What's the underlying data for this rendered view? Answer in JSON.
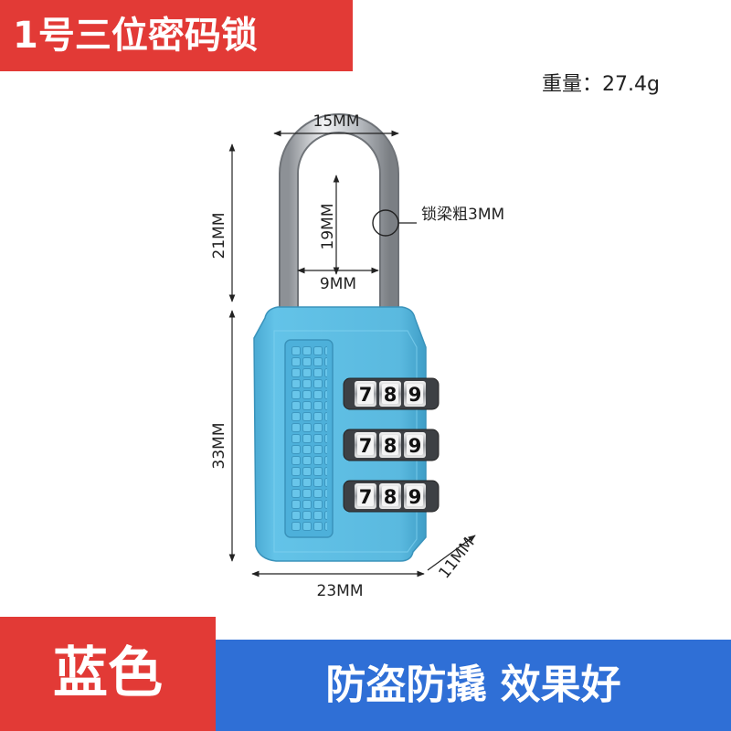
{
  "title": "1号三位密码锁",
  "weight": "重量：27.4g",
  "dimensions": {
    "shackle_width": "15MM",
    "shackle_inner_height": "19MM",
    "shackle_inner_width": "9MM",
    "shackle_thickness": "锁梁粗3MM",
    "shackle_total_height": "21MM",
    "body_height": "33MM",
    "body_width": "23MM",
    "body_depth": "11MM"
  },
  "dials": [
    {
      "digits": [
        "7",
        "8",
        "9"
      ]
    },
    {
      "digits": [
        "7",
        "8",
        "9"
      ]
    },
    {
      "digits": [
        "7",
        "8",
        "9"
      ]
    }
  ],
  "color_label": "蓝色",
  "slogan": "防盗防撬 效果好",
  "colors": {
    "banner_red": "#e23a36",
    "banner_blue": "#2f6fd6",
    "lock_body_blue": "#58b9de",
    "shackle_silver": "#c9ccd0"
  }
}
